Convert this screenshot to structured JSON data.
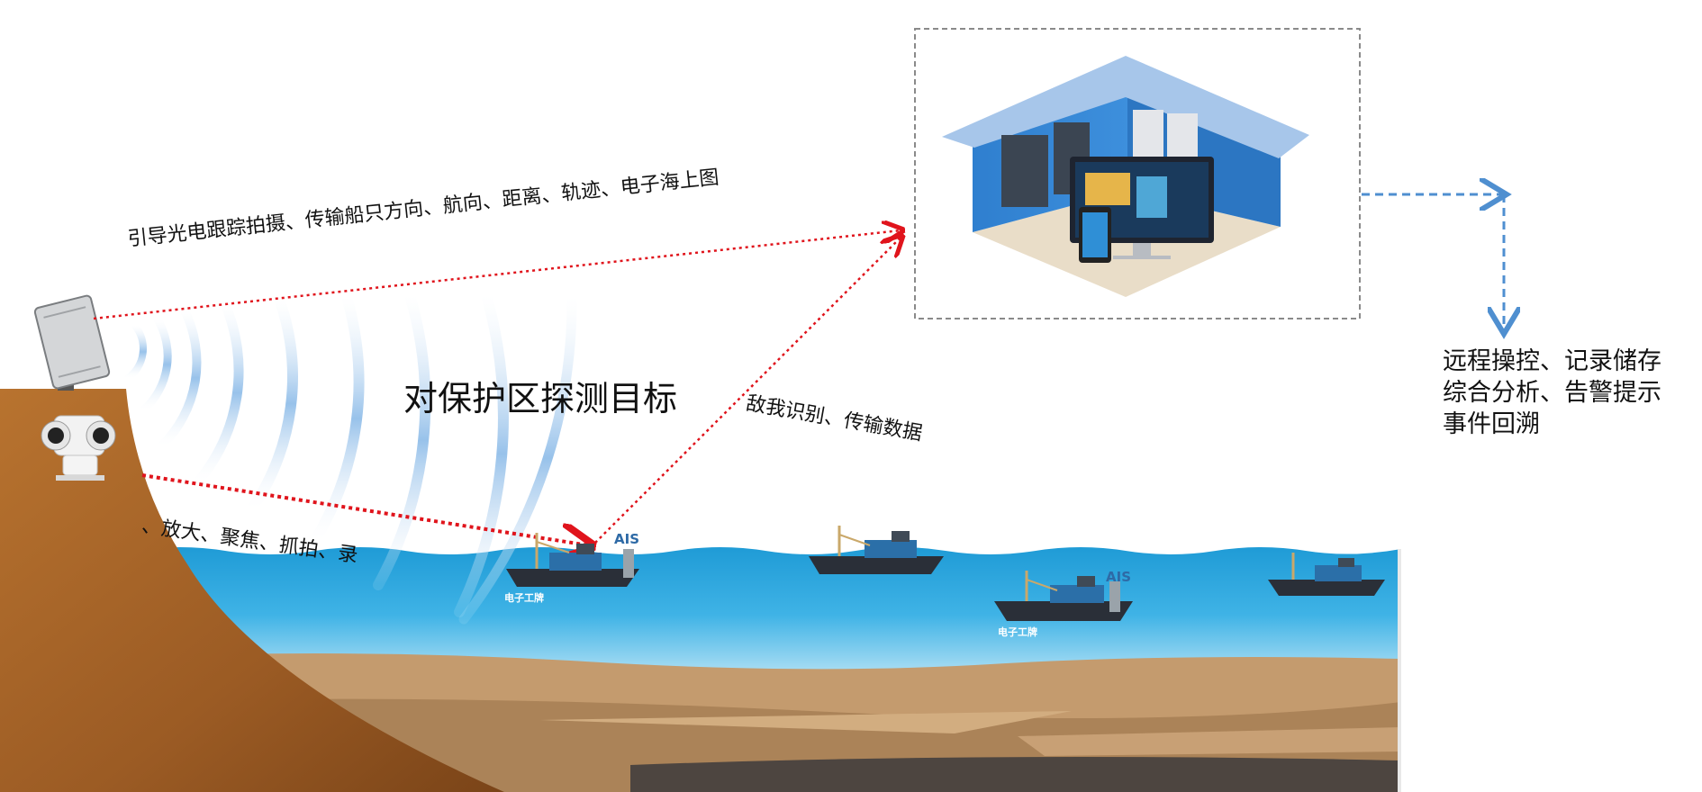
{
  "labels": {
    "guide": "引导光电跟踪拍摄、传输船只方向、航向、距离、轨迹、电子海上图",
    "detect": "对保护区探测目标",
    "iff": "敌我识别、传输数据",
    "zoom": "、放大、聚焦、抓拍、录"
  },
  "control_center": {
    "functions": [
      "远程操控、记录储存",
      "综合分析、告警提示",
      "事件回溯"
    ]
  },
  "markers": {
    "ais": "AIS",
    "badge": "电子工牌"
  },
  "colors": {
    "sea_top": "#1f9bd6",
    "sea_bottom": "#9fd8f2",
    "seabed": "#b98c5e",
    "cliff": "#a9662a",
    "signal_line": "#e0141c",
    "flow_arrow": "#4f8fd0",
    "wave": "#8cbbe8"
  }
}
